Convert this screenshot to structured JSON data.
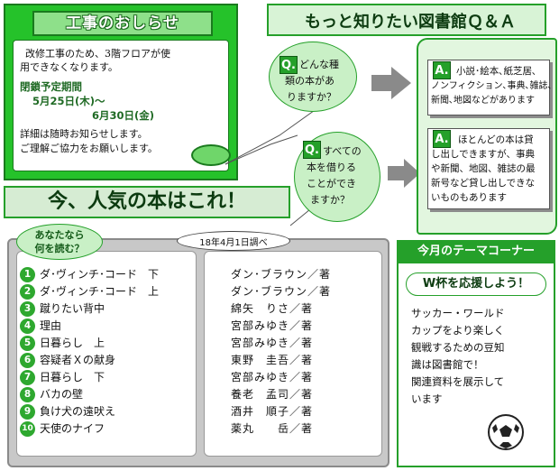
{
  "notice": {
    "title": "工事のおしらせ",
    "line1": "改修工事のため、3階フロアが使",
    "line2": "用できなくなります。",
    "period_heading": "閉鎖予定期間",
    "period_start": "5月25日(木)～",
    "period_end": "6月30日(金)",
    "footer1": "詳細は随時お知らせします。",
    "footer2": "ご理解ご協力をお願いします。"
  },
  "qa": {
    "header": "もっと知りたい図書館Ｑ＆Ａ",
    "q_badge": "Q.",
    "a_badge": "A.",
    "q1": [
      "どんな種",
      "類の本があ",
      "りますか？"
    ],
    "q2": [
      "すべての",
      "本を借りる",
      "ことができ",
      "ますか？"
    ],
    "a1": [
      "小説･絵本､紙芝居､",
      "ノンフィクション､事典､雑誌､",
      "新聞､地図などがあります"
    ],
    "a2": [
      "ほとんどの本は貸",
      "し出しできますが、事典",
      "や新聞、地図、雑誌の最",
      "新号など貸し出しできな",
      "いものもあります"
    ]
  },
  "popular": {
    "banner": "今、人気の本はこれ！",
    "tag_line1": "あなたなら",
    "tag_line2": "何を読む？",
    "date_note": "18年4月1日調べ",
    "books": [
      {
        "rank": "1",
        "title": "ダ･ヴィンチ･コード　下",
        "author": "ダン･ブラウン／著"
      },
      {
        "rank": "2",
        "title": "ダ･ヴィンチ･コード　上",
        "author": "ダン･ブラウン／著"
      },
      {
        "rank": "3",
        "title": "蹴りたい背中",
        "author": "綿矢　りさ／著"
      },
      {
        "rank": "4",
        "title": "理由",
        "author": "宮部みゆき／著"
      },
      {
        "rank": "5",
        "title": "日暮らし　上",
        "author": "宮部みゆき／著"
      },
      {
        "rank": "6",
        "title": "容疑者Ｘの献身",
        "author": "東野　圭吾／著"
      },
      {
        "rank": "7",
        "title": "日暮らし　下",
        "author": "宮部みゆき／著"
      },
      {
        "rank": "8",
        "title": "バカの壁",
        "author": "養老　孟司／著"
      },
      {
        "rank": "9",
        "title": "負け犬の遠吠え",
        "author": "酒井　順子／著"
      },
      {
        "rank": "10",
        "title": "天使のナイフ",
        "author": "薬丸　　岳／著"
      }
    ]
  },
  "theme": {
    "header": "今月のテーマコーナー",
    "pill": "W杯を応援しよう！",
    "lines": [
      "サッカー・ワールド",
      "カップをより楽しく",
      "観戦するための豆知",
      "識は図書館で！",
      "関連資料を展示して",
      "います"
    ],
    "ball_icon": "soccer-ball-icon"
  },
  "colors": {
    "accent": "#25a02a",
    "bright_green": "#25c22a",
    "light_green": "#c9f0c6"
  }
}
